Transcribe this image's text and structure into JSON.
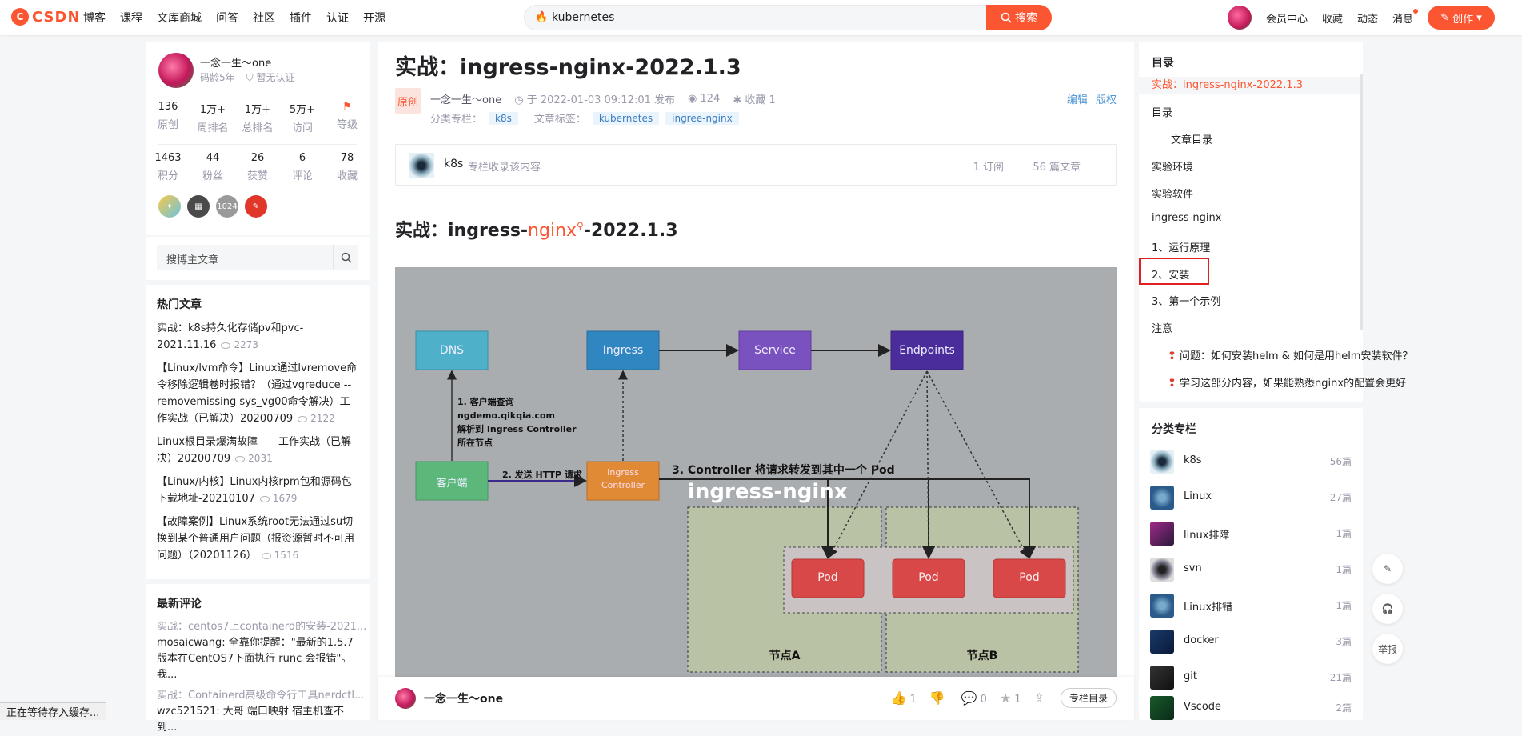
{
  "header": {
    "logo_text": "CSDN",
    "nav": [
      "博客",
      "课程",
      "文库商城",
      "问答",
      "社区",
      "插件",
      "认证",
      "开源"
    ],
    "search_value": "kubernetes",
    "search_button": "搜索",
    "right": [
      "会员中心",
      "收藏",
      "动态",
      "消息"
    ],
    "create_button": "创作"
  },
  "profile": {
    "name": "一念一生～one",
    "years": "码龄5年",
    "cert": "暂无认证",
    "row1": [
      {
        "n": "136",
        "l": "原创"
      },
      {
        "n": "1万+",
        "l": "周排名"
      },
      {
        "n": "1万+",
        "l": "总排名"
      },
      {
        "n": "5万+",
        "l": "访问"
      },
      {
        "n": "",
        "l": "等级"
      }
    ],
    "row2": [
      {
        "n": "1463",
        "l": "积分"
      },
      {
        "n": "44",
        "l": "粉丝"
      },
      {
        "n": "26",
        "l": "获赞"
      },
      {
        "n": "6",
        "l": "评论"
      },
      {
        "n": "78",
        "l": "收藏"
      }
    ]
  },
  "blog_search": {
    "placeholder": "搜博主文章"
  },
  "hot": {
    "title": "热门文章",
    "items": [
      {
        "t": "实战：k8s持久化存储pv和pvc-2021.11.16",
        "v": "2273"
      },
      {
        "t": "【Linux/lvm命令】Linux通过lvremove命令移除逻辑卷时报错？（通过vgreduce --removemissing sys_vg00命令解决）工作实战（已解决）20200709",
        "v": "2122"
      },
      {
        "t": "Linux根目录爆满故障——工作实战（已解决）20200709",
        "v": "2031"
      },
      {
        "t": "【Linux/内核】Linux内核rpm包和源码包下载地址-20210107",
        "v": "1679"
      },
      {
        "t": "【故障案例】Linux系统root无法通过su切换到某个普通用户问题（报资源暂时不可用问题）（20201126）",
        "v": "1516"
      }
    ]
  },
  "comments": {
    "title": "最新评论",
    "items": [
      {
        "a": "实战：centos7上containerd的安装-2021...",
        "b": "mosaicwang: 全靠你提醒：\"最新的1.5.7版本在CentOS7下面执行 runc 会报错\"。我..."
      },
      {
        "a": "实战：Containerd高级命令行工具nerdctl...",
        "b": "wzc521521: 大哥 端口映射 宿主机查不到..."
      }
    ]
  },
  "article": {
    "title": "实战：ingress-nginx-2022.1.3",
    "original": "原创",
    "author": "一念一生～one",
    "date": "于 2022-01-03 09:12:01 发布",
    "views": "124",
    "favs": "收藏 1",
    "edit": "编辑",
    "copyright": "版权",
    "column_label": "分类专栏：",
    "column_tag": "k8s",
    "tags_label": "文章标签：",
    "tags": [
      "kubernetes",
      "ingree-nginx"
    ],
    "column_box": {
      "name": "k8s",
      "desc": "专栏收录该内容",
      "subs": "1 订阅",
      "count": "56 篇文章"
    },
    "h2_pre": "实战：ingress-",
    "h2_kw": "nginx",
    "h2_post": "-2022.1.3"
  },
  "diagram": {
    "dns": "DNS",
    "ingress": "Ingress",
    "service": "Service",
    "endpoints": "Endpoints",
    "client": "客户端",
    "controller1": "Ingress",
    "controller2": "Controller",
    "step1": [
      "1. 客户端查询",
      "ngdemo.qikqia.com",
      "解析到 Ingress Controller",
      "所在节点"
    ],
    "step2": "2. 发送 HTTP 请求",
    "step3": "3. Controller 将请求转发到其中一个 Pod",
    "big_label": "ingress-nginx",
    "pod": "Pod",
    "nodeA": "节点A",
    "nodeB": "节点B"
  },
  "bottombar": {
    "author": "一念一生～one",
    "likes": "1",
    "comments": "0",
    "favs": "1",
    "toc_btn": "专栏目录"
  },
  "toc": {
    "title": "目录",
    "items": [
      "实战：ingress-nginx-2022.1.3",
      "目录",
      "文章目录",
      "实验环境",
      "实验软件",
      "ingress-nginx",
      "1、运行原理",
      "2、安装",
      "3、第一个示例",
      "注意",
      "问题：如何安装helm & 如何是用helm安装软件？",
      "学习这部分内容，如果能熟悉nginx的配置会更好"
    ]
  },
  "categories": {
    "title": "分类专栏",
    "items": [
      {
        "n": "k8s",
        "c": "56篇"
      },
      {
        "n": "Linux",
        "c": "27篇"
      },
      {
        "n": "linux排障",
        "c": "1篇"
      },
      {
        "n": "svn",
        "c": "1篇"
      },
      {
        "n": "Linux排错",
        "c": "1篇"
      },
      {
        "n": "docker",
        "c": "3篇"
      },
      {
        "n": "git",
        "c": "21篇"
      },
      {
        "n": "Vscode",
        "c": "2篇"
      }
    ]
  },
  "float": {
    "report": "举报"
  },
  "status": "正在等待存入缓存..."
}
